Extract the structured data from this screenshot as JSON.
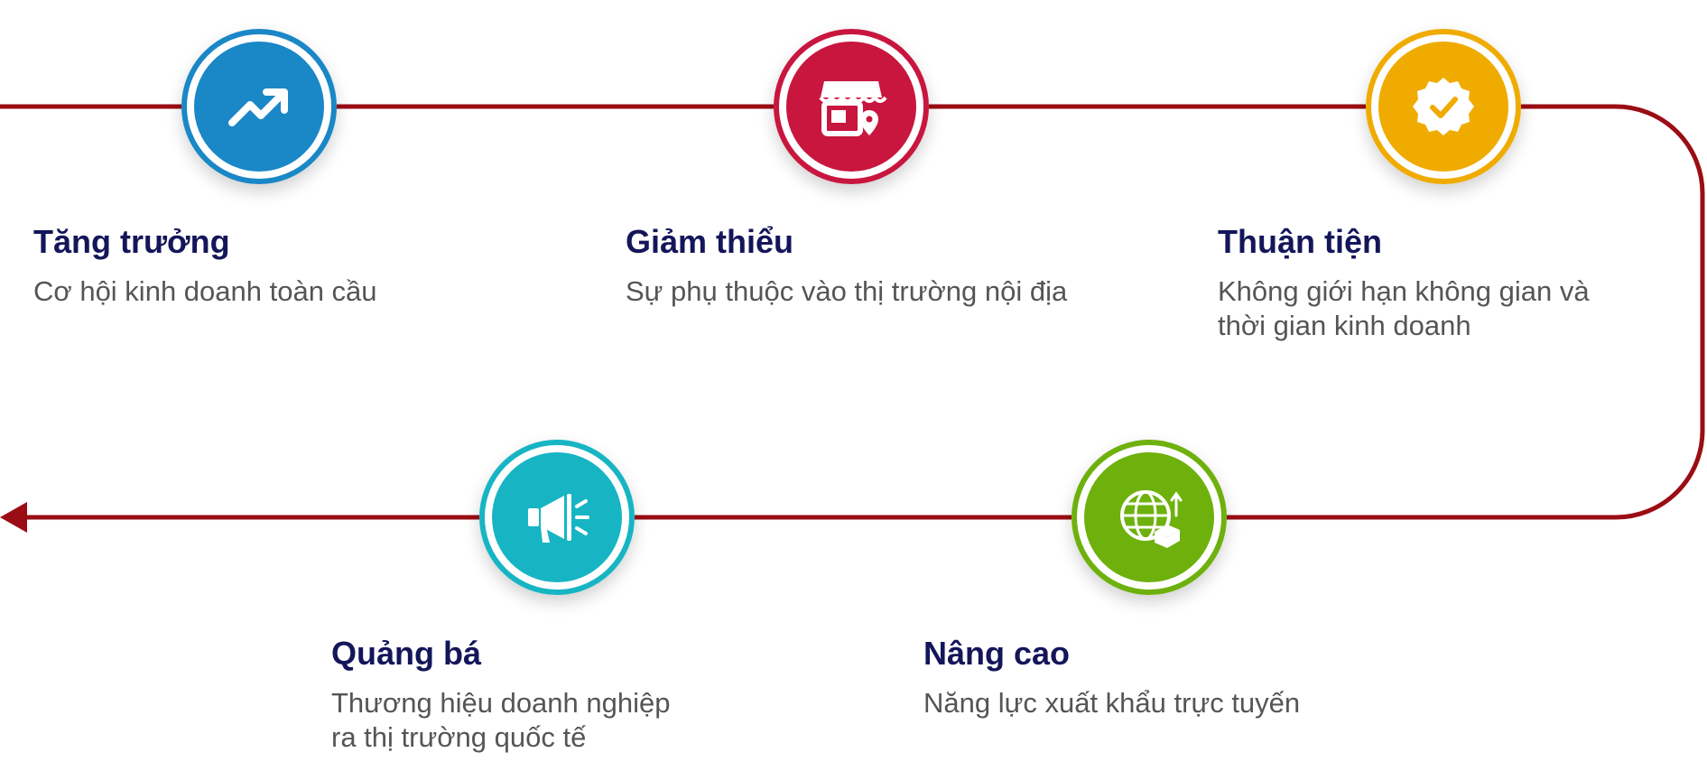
{
  "colors": {
    "track": "#9b0d14",
    "title": "#14165a",
    "desc": "#555555"
  },
  "steps": [
    {
      "title": "Tăng trưởng",
      "description": "Cơ hội kinh doanh toàn cầu",
      "icon": "trending-up-icon",
      "color": "#1a87c6"
    },
    {
      "title": "Giảm thiểu",
      "description": "Sự phụ thuộc vào thị trường nội địa",
      "icon": "store-location-icon",
      "color": "#c8163f"
    },
    {
      "title": "Thuận tiện",
      "description": "Không giới hạn không gian và\nthời gian kinh doanh",
      "icon": "verified-badge-icon",
      "color": "#f0ab00"
    },
    {
      "title": "Quảng bá",
      "description": "Thương hiệu doanh nghiệp\nra thị trường quốc tế",
      "icon": "megaphone-icon",
      "color": "#17b5c4"
    },
    {
      "title": "Nâng cao",
      "description": "Năng lực xuất khẩu trực tuyến",
      "icon": "globe-export-icon",
      "color": "#6eb10d"
    }
  ]
}
